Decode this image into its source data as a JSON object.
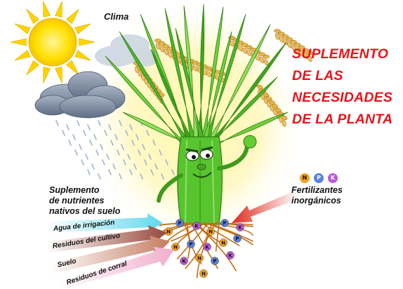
{
  "clima_label": "Clima",
  "title_lines": [
    "SUPLEMENTO",
    "DE LAS",
    "NECESIDADES",
    "DE LA PLANTA"
  ],
  "native_supplement_lines": [
    "Suplemento",
    "de nutrientes",
    "nativos del suelo"
  ],
  "fertilizer_lines": [
    "Fertilizantes",
    "inorgánicos"
  ],
  "sources": {
    "agua": "Agua de irrigación",
    "residuos_cultivo": "Residuos del cultivo",
    "suelo": "Suelo",
    "residuos_corral": "Residuos de corral"
  },
  "fertilizer_badges": [
    "N",
    "P",
    "K"
  ],
  "colors": {
    "title": "#e8141a",
    "sun": "#ffd400",
    "cloud": "#7f8fa6",
    "rain": "#9fb6cf",
    "plant": "#4fbf2a",
    "grain": "#e7b54a",
    "arrow_agua": "#7fe0f0",
    "arrow_residuos": "#a35a4c",
    "arrow_suelo": "#c98a73",
    "arrow_corral": "#f3c1d8",
    "arrow_fert": "#e33b2c",
    "n": "#f6a21c",
    "p": "#5b7fe0",
    "k": "#b85bd8"
  }
}
